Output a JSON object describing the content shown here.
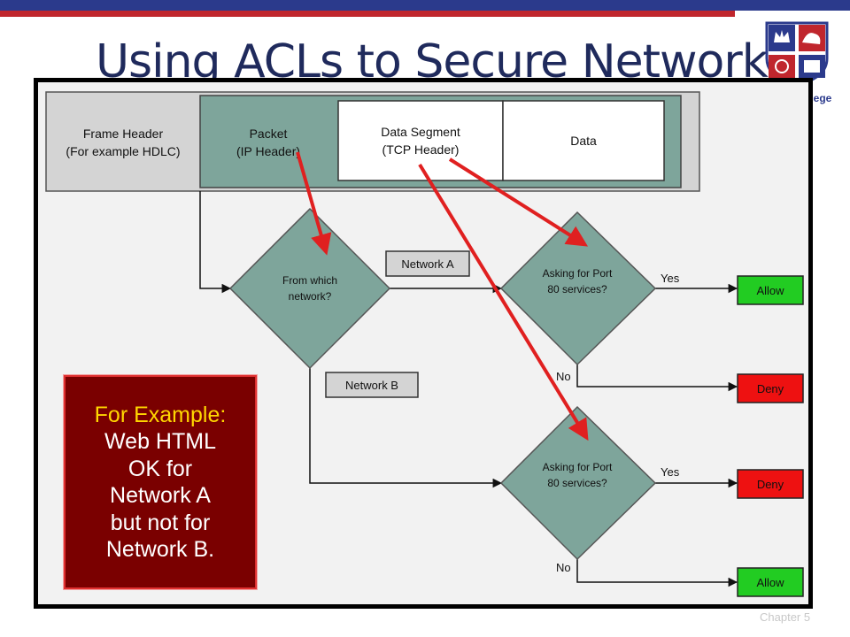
{
  "slide": {
    "title": "Using ACLs to Secure Networks",
    "college_text": "llege",
    "footer": "Chapter 5"
  },
  "header": {
    "frame_header_line1": "Frame Header",
    "frame_header_line2": "(For example HDLC)",
    "packet_line1": "Packet",
    "packet_line2": "(IP Header)",
    "segment_line1": "Data Segment",
    "segment_line2": "(TCP Header)",
    "data": "Data"
  },
  "flow": {
    "decision_network_line1": "From which",
    "decision_network_line2": "network?",
    "network_a": "Network A",
    "network_b": "Network B",
    "decision_port_a_line1": "Asking for Port",
    "decision_port_a_line2": "80 services?",
    "decision_port_b_line1": "Asking for Port",
    "decision_port_b_line2": "80 services?",
    "yes_a": "Yes",
    "no_a": "No",
    "yes_b": "Yes",
    "no_b": "No",
    "result_a_yes": "Allow",
    "result_a_no": "Deny",
    "result_b_yes": "Deny",
    "result_b_no": "Allow"
  },
  "callout": {
    "line1": "For Example:",
    "line2": "Web HTML",
    "line3": "OK for",
    "line4": "Network A",
    "line5": "but not for",
    "line6": "Network B."
  },
  "colors": {
    "allow": "#22cc22",
    "deny": "#ee1111",
    "decision": "#7ea59b",
    "arrow": "#e02020"
  }
}
